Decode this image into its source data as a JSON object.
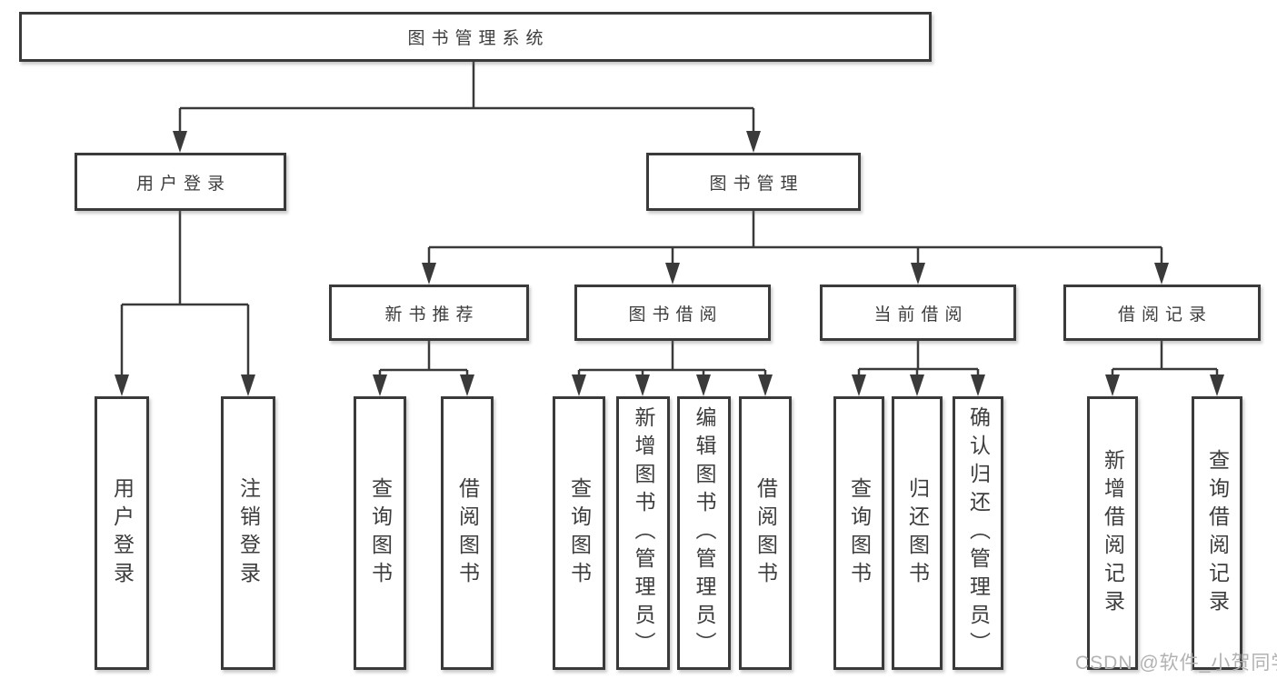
{
  "diagram": {
    "root": {
      "label": "图书管理系统"
    },
    "level2": [
      {
        "label": "用户登录"
      },
      {
        "label": "图书管理"
      }
    ],
    "level3": [
      {
        "label": "新书推荐"
      },
      {
        "label": "图书借阅"
      },
      {
        "label": "当前借阅"
      },
      {
        "label": "借阅记录"
      }
    ],
    "leaves": {
      "user_login": [
        "用户登录",
        "注销登录"
      ],
      "new_book": [
        "查询图书",
        "借阅图书"
      ],
      "book_borrow": [
        "查询图书",
        "新增图书（管理员）",
        "编辑图书（管理员）",
        "借阅图书"
      ],
      "current_borrow": [
        "查询图书",
        "归还图书",
        "确认归还（管理员）"
      ],
      "records": [
        "新增借阅记录",
        "查询借阅记录"
      ]
    }
  },
  "watermark": {
    "text": "CSDN @软件_小贺同学"
  },
  "colors": {
    "line": "#3a3a3a",
    "box_border": "#3a3a3a",
    "box_fill": "#ffffff",
    "text": "#3d3d3d",
    "watermark": "#b2b2b2",
    "background": "#ffffff"
  }
}
